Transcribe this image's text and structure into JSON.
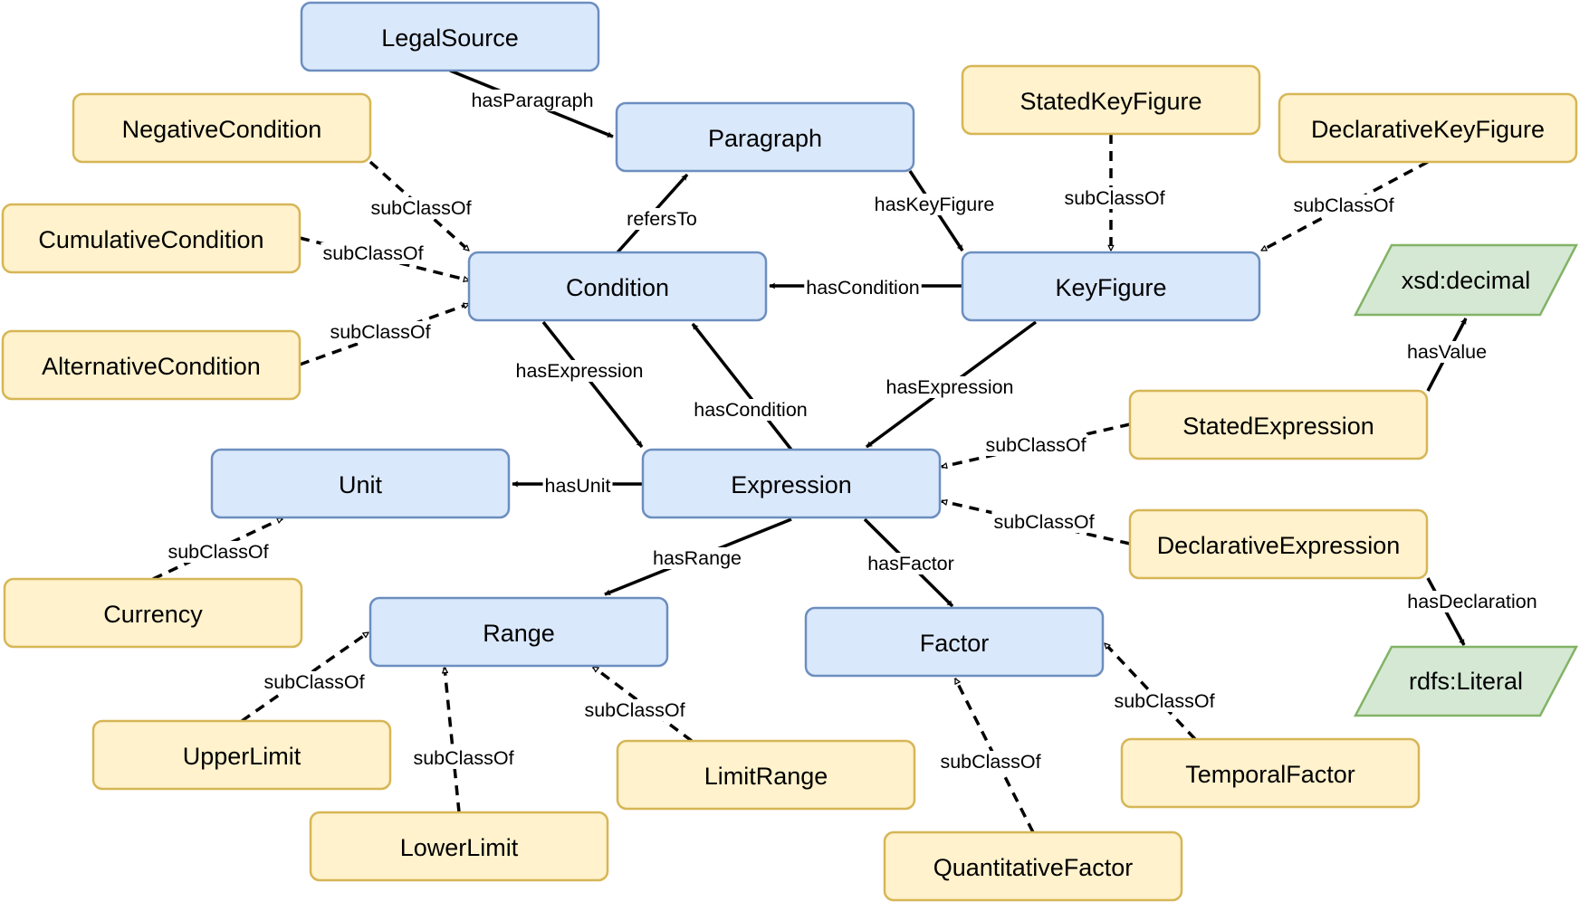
{
  "nodes": {
    "legalsource": {
      "label": "LegalSource",
      "kind": "class"
    },
    "paragraph": {
      "label": "Paragraph",
      "kind": "class"
    },
    "condition": {
      "label": "Condition",
      "kind": "class"
    },
    "keyfigure": {
      "label": "KeyFigure",
      "kind": "class"
    },
    "expression": {
      "label": "Expression",
      "kind": "class"
    },
    "unit": {
      "label": "Unit",
      "kind": "class"
    },
    "range": {
      "label": "Range",
      "kind": "class"
    },
    "factor": {
      "label": "Factor",
      "kind": "class"
    },
    "negativecondition": {
      "label": "NegativeCondition",
      "kind": "subclass"
    },
    "cumulativecondition": {
      "label": "CumulativeCondition",
      "kind": "subclass"
    },
    "alternativecondition": {
      "label": "AlternativeCondition",
      "kind": "subclass"
    },
    "statedkeyfigure": {
      "label": "StatedKeyFigure",
      "kind": "subclass"
    },
    "declarativekeyfigure": {
      "label": "DeclarativeKeyFigure",
      "kind": "subclass"
    },
    "statedexpression": {
      "label": "StatedExpression",
      "kind": "subclass"
    },
    "declarativeexpression": {
      "label": "DeclarativeExpression",
      "kind": "subclass"
    },
    "currency": {
      "label": "Currency",
      "kind": "subclass"
    },
    "upperlimit": {
      "label": "UpperLimit",
      "kind": "subclass"
    },
    "lowerlimit": {
      "label": "LowerLimit",
      "kind": "subclass"
    },
    "limitrange": {
      "label": "LimitRange",
      "kind": "subclass"
    },
    "quantitativefactor": {
      "label": "QuantitativeFactor",
      "kind": "subclass"
    },
    "temporalfactor": {
      "label": "TemporalFactor",
      "kind": "subclass"
    },
    "xsddecimal": {
      "label": "xsd:decimal",
      "kind": "datatype"
    },
    "rdfsliteral": {
      "label": "rdfs:Literal",
      "kind": "datatype"
    }
  },
  "edges": {
    "legalsource_paragraph": {
      "label": "hasParagraph",
      "kind": "property"
    },
    "condition_paragraph": {
      "label": "refersTo",
      "kind": "property"
    },
    "paragraph_keyfigure": {
      "label": "hasKeyFigure",
      "kind": "property"
    },
    "keyfigure_condition": {
      "label": "hasCondition",
      "kind": "property"
    },
    "condition_expression": {
      "label": "hasExpression",
      "kind": "property"
    },
    "expression_condition": {
      "label": "hasCondition",
      "kind": "property"
    },
    "keyfigure_expression": {
      "label": "hasExpression",
      "kind": "property"
    },
    "expression_unit": {
      "label": "hasUnit",
      "kind": "property"
    },
    "expression_range": {
      "label": "hasRange",
      "kind": "property"
    },
    "expression_factor": {
      "label": "hasFactor",
      "kind": "property"
    },
    "statedexpression_xsddecimal": {
      "label": "hasValue",
      "kind": "property"
    },
    "declarativeexpression_rdfsliteral": {
      "label": "hasDeclaration",
      "kind": "property"
    },
    "negativecondition_condition": {
      "label": "subClassOf",
      "kind": "subclass"
    },
    "cumulativecondition_condition": {
      "label": "subClassOf",
      "kind": "subclass"
    },
    "alternativecondition_condition": {
      "label": "subClassOf",
      "kind": "subclass"
    },
    "statedkeyfigure_keyfigure": {
      "label": "subClassOf",
      "kind": "subclass"
    },
    "declarativekeyfigure_keyfigure": {
      "label": "subClassOf",
      "kind": "subclass"
    },
    "statedexpression_expression": {
      "label": "subClassOf",
      "kind": "subclass"
    },
    "declarativeexpression_expression": {
      "label": "subClassOf",
      "kind": "subclass"
    },
    "currency_unit": {
      "label": "subClassOf",
      "kind": "subclass"
    },
    "upperlimit_range": {
      "label": "subClassOf",
      "kind": "subclass"
    },
    "lowerlimit_range": {
      "label": "subClassOf",
      "kind": "subclass"
    },
    "limitrange_range": {
      "label": "subClassOf",
      "kind": "subclass"
    },
    "quantitativefactor_factor": {
      "label": "subClassOf",
      "kind": "subclass"
    },
    "temporalfactor_factor": {
      "label": "subClassOf",
      "kind": "subclass"
    }
  },
  "colors": {
    "class_fill": "#dae8fc",
    "class_stroke": "#6c8ebf",
    "subclass_fill": "#fff2cc",
    "subclass_stroke": "#d6b656",
    "datatype_fill": "#d5e8d4",
    "datatype_stroke": "#82b366",
    "edge": "#000000"
  }
}
